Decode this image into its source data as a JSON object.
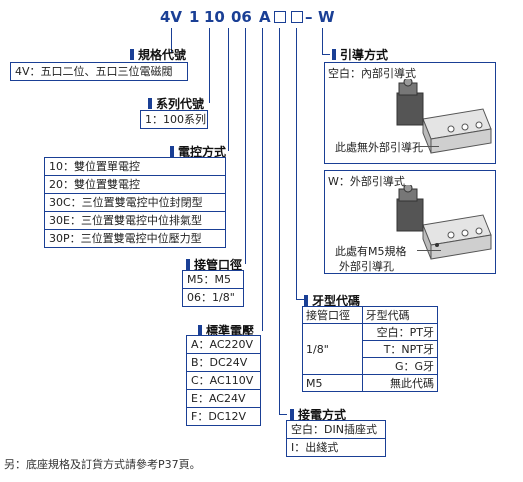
{
  "model_code": {
    "prefix": "4V",
    "series": "1",
    "control": "10",
    "port": "06",
    "voltage": "A",
    "suffix": "W",
    "dash": "–"
  },
  "spec_code": {
    "title": "規格代號",
    "rows": [
      "4V：五口二位、五口三位電磁閥"
    ]
  },
  "series_code": {
    "title": "系列代號",
    "rows": [
      "1：100系列"
    ]
  },
  "control_method": {
    "title": "電控方式",
    "rows": [
      "10：雙位置單電控",
      "20：雙位置雙電控",
      "30C：三位置雙電控中位封閉型",
      "30E：三位置雙電控中位排氣型",
      "30P：三位置雙電控中位壓力型"
    ]
  },
  "port_size": {
    "title": "接管口徑",
    "rows": [
      "M5：M5",
      "06：1/8\""
    ]
  },
  "voltage": {
    "title": "標準電壓",
    "rows": [
      "A：AC220V",
      "B：DC24V",
      "C：AC110V",
      "E：AC24V",
      "F：DC12V"
    ]
  },
  "thread_code": {
    "title": "牙型代碼",
    "header": [
      "接管口徑",
      "牙型代碼"
    ],
    "size_18": "1/8\"",
    "options_18": [
      "空白：PT牙",
      "T：NPT牙",
      "G：G牙"
    ],
    "size_m5": "M5",
    "option_m5": "無此代碼"
  },
  "wiring": {
    "title": "接電方式",
    "rows": [
      "空白：DIN插座式",
      "I：出綫式"
    ]
  },
  "lead_method": {
    "title": "引導方式",
    "internal_label": "空白：內部引導式",
    "internal_note": "此處無外部引導孔",
    "external_label": "W：外部引導式",
    "external_note_1": "此處有M5規格",
    "external_note_2": "外部引導孔"
  },
  "footer": "另：底座規格及訂貨方式請參考P37頁。",
  "colors": {
    "accent": "#1a3f95"
  }
}
